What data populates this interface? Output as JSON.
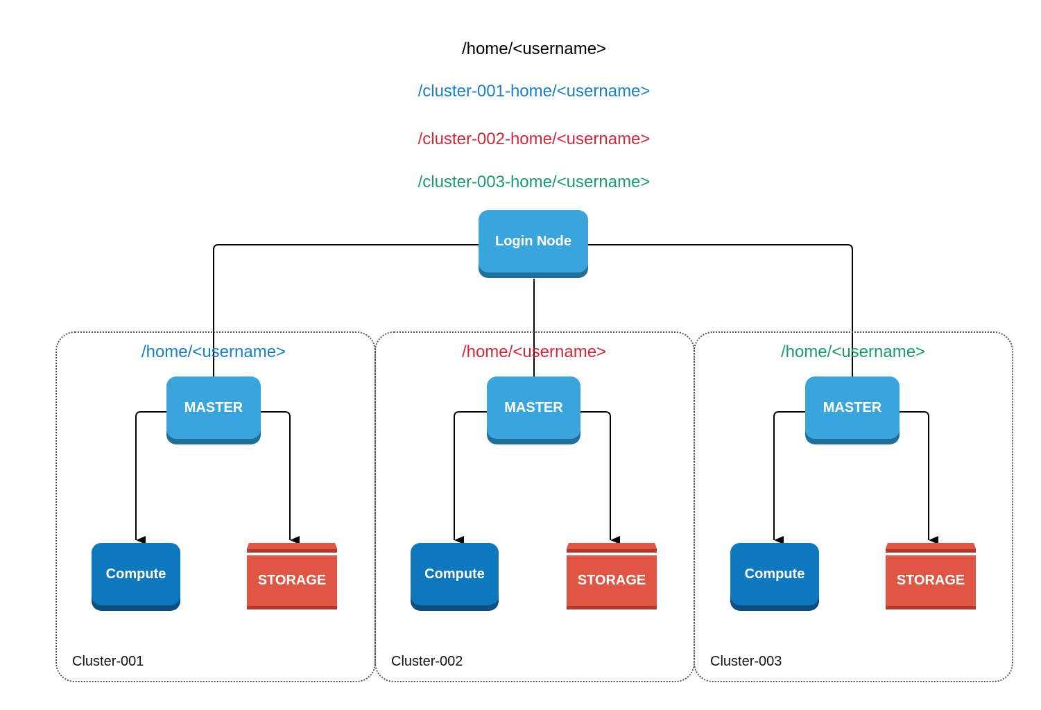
{
  "colors": {
    "black": "#000000",
    "blue": "#1a7ec5",
    "red": "#d1293b",
    "green": "#1a9a73"
  },
  "paths": [
    {
      "text": "/home/<username>",
      "color": "black"
    },
    {
      "text": "/cluster-001-home/<username>",
      "color": "blue"
    },
    {
      "text": "/cluster-002-home/<username>",
      "color": "red"
    },
    {
      "text": "/cluster-003-home/<username>",
      "color": "green"
    }
  ],
  "login_node": {
    "label": "Login Node"
  },
  "clusters": [
    {
      "name": "Cluster-001",
      "home_path": "/home/<username>",
      "color": "blue",
      "master": "MASTER",
      "compute": "Compute",
      "storage": "STORAGE"
    },
    {
      "name": "Cluster-002",
      "home_path": "/home/<username>",
      "color": "red",
      "master": "MASTER",
      "compute": "Compute",
      "storage": "STORAGE"
    },
    {
      "name": "Cluster-003",
      "home_path": "/home/<username>",
      "color": "green",
      "master": "MASTER",
      "compute": "Compute",
      "storage": "STORAGE"
    }
  ]
}
